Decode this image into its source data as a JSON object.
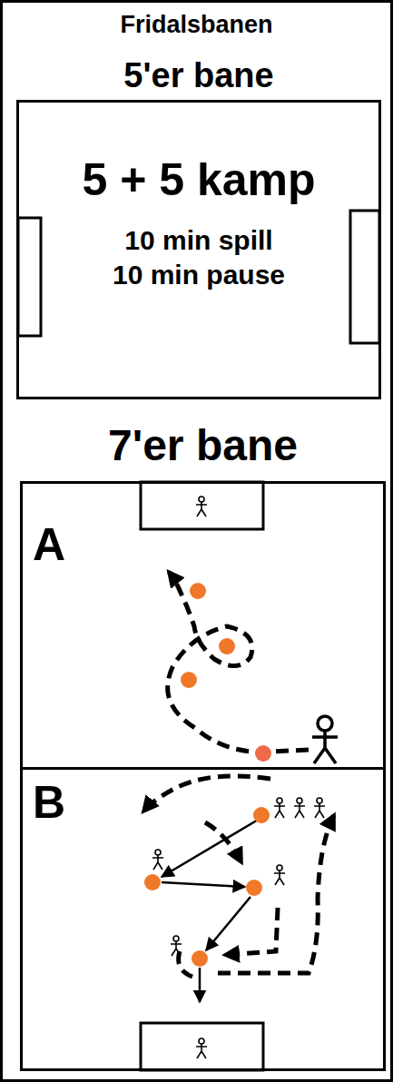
{
  "diagram": {
    "title": "Fridalsbanen",
    "nodes": [
      {
        "text": [
          "5'er bane",
          "5 + 5 kamp",
          "10 min spill",
          "10 min pause"
        ]
      },
      {
        "text": [
          "7'er bane"
        ]
      },
      {
        "text": [
          "A"
        ],
        "in": 1
      },
      {
        "text": [
          "B"
        ],
        "in": 1
      }
    ]
  }
}
